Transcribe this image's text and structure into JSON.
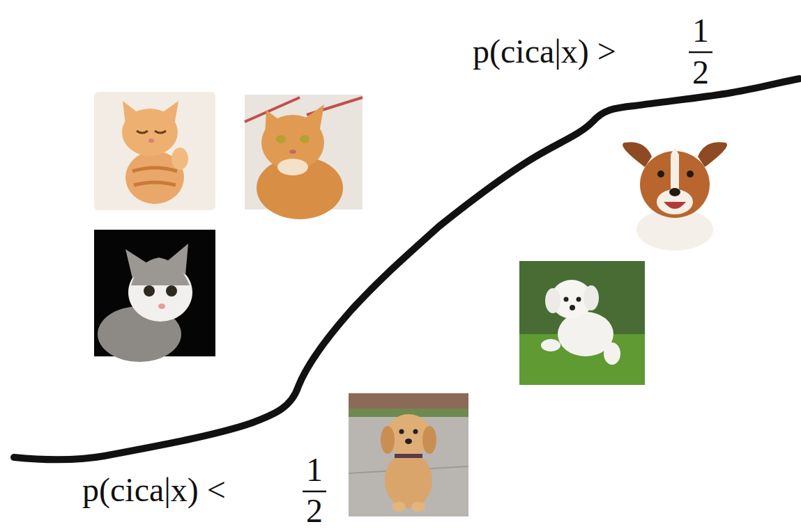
{
  "diagram": {
    "labels": [
      "p(cica|x) >",
      "1",
      "2",
      "p(cica|x) <",
      "1",
      "2"
    ]
  }
}
